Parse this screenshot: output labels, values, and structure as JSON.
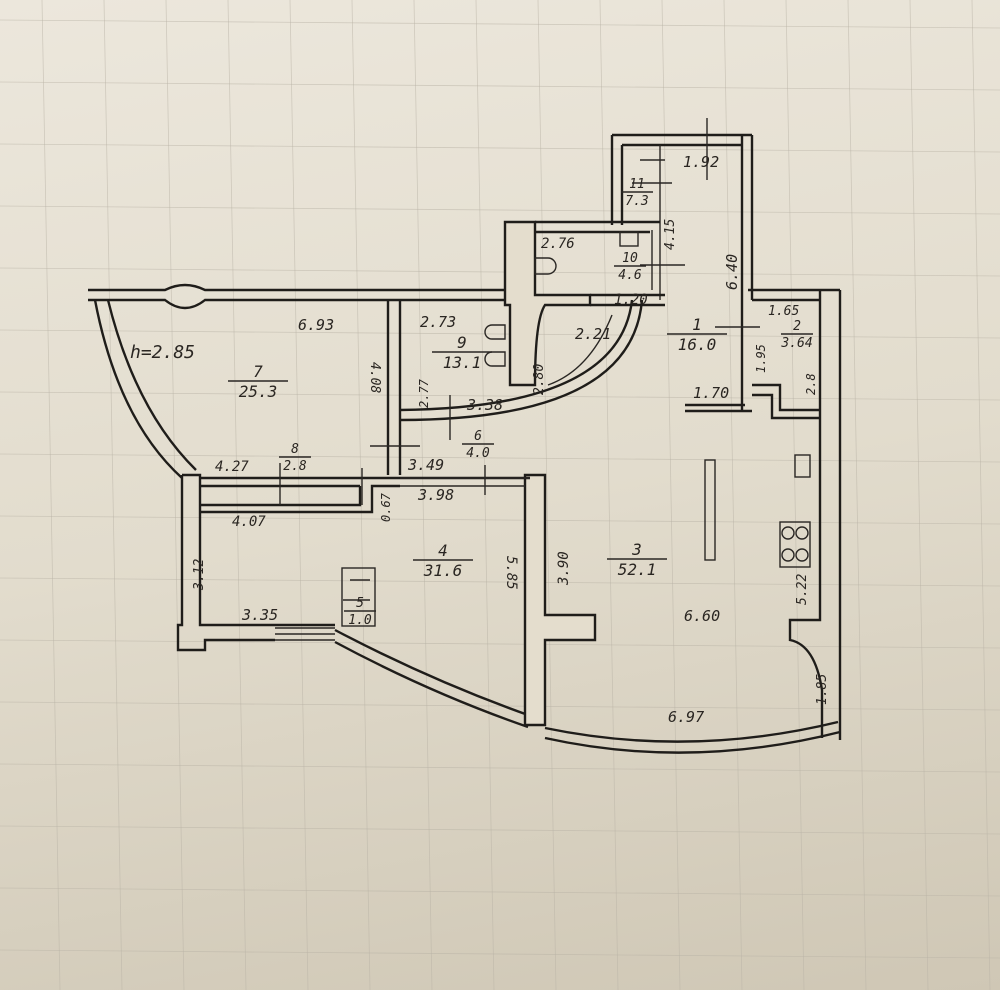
{
  "plan": {
    "ceiling_height": "h=2.85",
    "rooms": [
      {
        "number": "1",
        "area": "16.0"
      },
      {
        "number": "2",
        "area": "3.64"
      },
      {
        "number": "3",
        "area": "52.1"
      },
      {
        "number": "4",
        "area": "31.6"
      },
      {
        "number": "5",
        "area": "1.0"
      },
      {
        "number": "6",
        "area": "4.0"
      },
      {
        "number": "7",
        "area": "25.3"
      },
      {
        "number": "8",
        "area": "2.8"
      },
      {
        "number": "9",
        "area": "13.1"
      },
      {
        "number": "10",
        "area": "4.6"
      },
      {
        "number": "11",
        "area": "7.3"
      }
    ],
    "dimensions": {
      "d693": "6.93",
      "d273": "2.73",
      "d277": "2.77",
      "d408": "4.08",
      "d338": "3.38",
      "d221": "2.21",
      "d280": "2.80",
      "d276": "2.76",
      "d120": "1.20",
      "d192": "1.92",
      "d415": "4.15",
      "d640": "6.40",
      "d165": "1.65",
      "d195": "1.95",
      "d28": "2.8",
      "d170": "1.70",
      "d427": "4.27",
      "d349": "3.49",
      "d398": "3.98",
      "d067": "0.67",
      "d407": "4.07",
      "d312": "3.12",
      "d335": "3.35",
      "d585": "5.85",
      "d390": "3.90",
      "d660": "6.60",
      "d522": "5.22",
      "d185": "1.85",
      "d697": "6.97"
    }
  }
}
